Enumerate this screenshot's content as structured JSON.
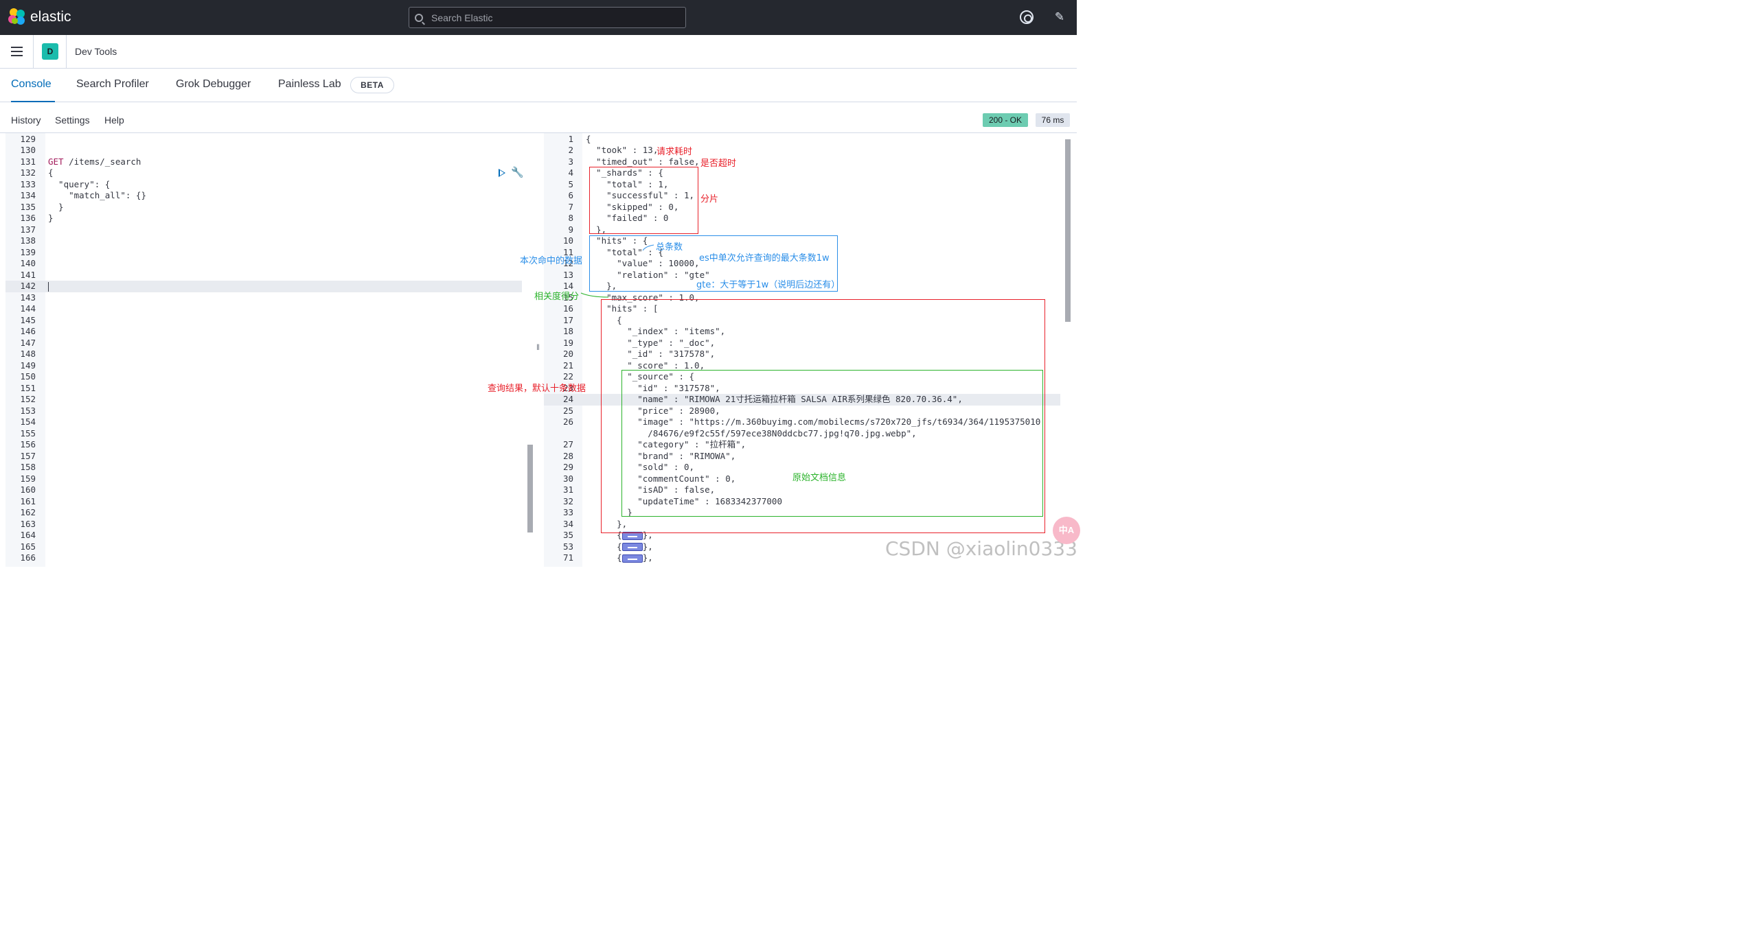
{
  "brand": {
    "name": "elastic",
    "logo_colors": [
      "#f04e98",
      "#fec514",
      "#00bfb3",
      "#1ba9f5",
      "#93c90e"
    ]
  },
  "header": {
    "search_placeholder": "Search Elastic",
    "help_icon": "help-icon",
    "news_icon": "newsfeed-icon"
  },
  "app": {
    "badge": "D",
    "title": "Dev Tools"
  },
  "tabs": [
    {
      "label": "Console",
      "active": true
    },
    {
      "label": "Search Profiler"
    },
    {
      "label": "Grok Debugger"
    },
    {
      "label": "Painless Lab"
    }
  ],
  "beta_label": "BETA",
  "toolbar": {
    "history": "History",
    "settings": "Settings",
    "help": "Help"
  },
  "status": {
    "code": "200 - OK",
    "time": "76 ms"
  },
  "editor": {
    "line_numbers": [
      "129",
      "130",
      "131",
      "132",
      "133",
      "134",
      "135",
      "136",
      "137",
      "138",
      "139",
      "140",
      "141",
      "142",
      "143",
      "144",
      "145",
      "146",
      "147",
      "148",
      "149",
      "150",
      "151",
      "152",
      "153",
      "154",
      "155",
      "156",
      "157",
      "158",
      "159",
      "160",
      "161",
      "162",
      "163",
      "164",
      "165",
      "166"
    ],
    "method": "GET",
    "path": " /items/_search",
    "lines": [
      "{",
      "  \"query\": {",
      "    \"match_all\": {}",
      "  }",
      "}"
    ]
  },
  "response": {
    "line_numbers": [
      "1",
      "2",
      "3",
      "4",
      "5",
      "6",
      "7",
      "8",
      "9",
      "10",
      "11",
      "12",
      "13",
      "14",
      "15",
      "16",
      "17",
      "18",
      "19",
      "20",
      "21",
      "22",
      "23",
      "24",
      "25",
      "26",
      "",
      "27",
      "28",
      "29",
      "30",
      "31",
      "32",
      "33",
      "34",
      "35",
      "53",
      "71"
    ],
    "lines": [
      "{",
      "  \"took\" : 13,",
      "  \"timed_out\" : false,",
      "  \"_shards\" : {",
      "    \"total\" : 1,",
      "    \"successful\" : 1,",
      "    \"skipped\" : 0,",
      "    \"failed\" : 0",
      "  },",
      "  \"hits\" : {",
      "    \"total\" : {",
      "      \"value\" : 10000,",
      "      \"relation\" : \"gte\"",
      "    },",
      "    \"max_score\" : 1.0,",
      "    \"hits\" : [",
      "      {",
      "        \"_index\" : \"items\",",
      "        \"_type\" : \"_doc\",",
      "        \"_id\" : \"317578\",",
      "        \"_score\" : 1.0,",
      "        \"_source\" : {",
      "          \"id\" : \"317578\",",
      "          \"name\" : \"RIMOWA 21寸托运箱拉杆箱 SALSA AIR系列果绿色 820.70.36.4\",",
      "          \"price\" : 28900,",
      "          \"image\" : \"https://m.360buyimg.com/mobilecms/s720x720_jfs/t6934/364/1195375010",
      "            /84676/e9f2c55f/597ece38N0ddcbc77.jpg!q70.jpg.webp\",",
      "          \"category\" : \"拉杆箱\",",
      "          \"brand\" : \"RIMOWA\",",
      "          \"sold\" : 0,",
      "          \"commentCount\" : 0,",
      "          \"isAD\" : false,",
      "          \"updateTime\" : 1683342377000",
      "        }",
      "      },",
      "      {",
      "      {",
      "      {"
    ]
  },
  "annotations": {
    "took": "请求耗时",
    "timed_out": "是否超时",
    "shards": "分片",
    "total": "总条数",
    "max_hits": "es中单次允许查询的最大条数1w",
    "gte": "gte：大于等于1w（说明后边还有）",
    "hits_in_query": "本次命中的数据",
    "score": "相关度得分",
    "result": "查询结果，默认十条数据",
    "source": "原始文档信息"
  },
  "watermark": "CSDN @xiaolin0333",
  "translate_button": "中A"
}
